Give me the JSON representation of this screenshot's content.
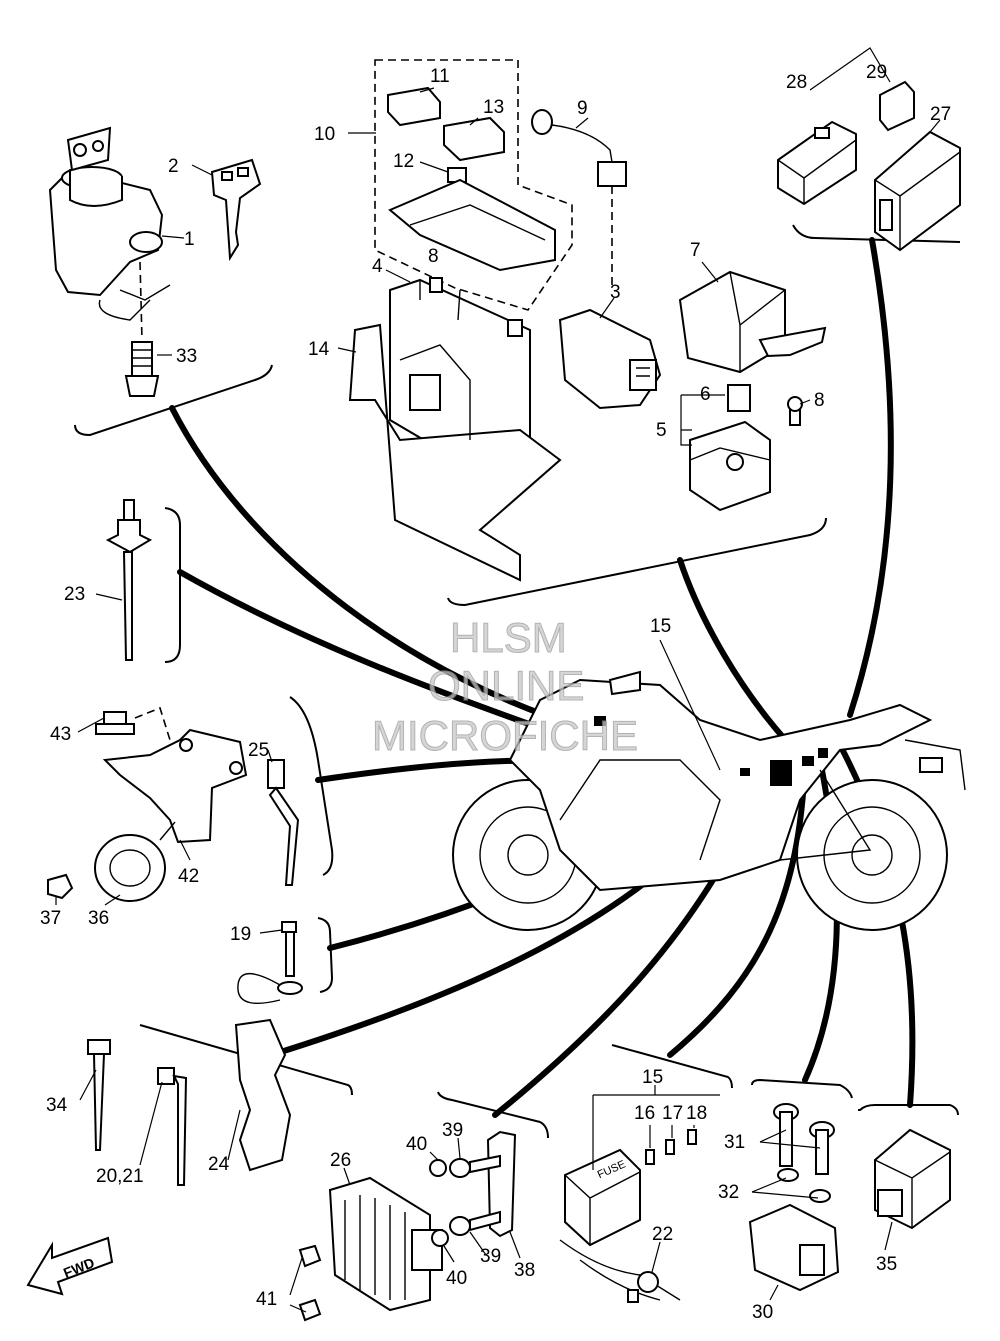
{
  "watermark": {
    "line1": "HLSM",
    "line2": "ONLINE",
    "line3": "MICROFICHE"
  },
  "fwd_arrow": "FWD",
  "fuse_box_label": "FUSE",
  "labels": {
    "p1": "1",
    "p2": "2",
    "p3": "3",
    "p4": "4",
    "p5": "5",
    "p6": "6",
    "p7": "7",
    "p8a": "8",
    "p8b": "8",
    "p9": "9",
    "p10": "10",
    "p11": "11",
    "p12": "12",
    "p13": "13",
    "p14": "14",
    "p15a": "15",
    "p15b": "15",
    "p16": "16",
    "p17": "17",
    "p18": "18",
    "p19": "19",
    "p2021": "20,21",
    "p22": "22",
    "p23": "23",
    "p24": "24",
    "p25": "25",
    "p26": "26",
    "p27": "27",
    "p28": "28",
    "p29": "29",
    "p30": "30",
    "p31": "31",
    "p32": "32",
    "p33": "33",
    "p34": "34",
    "p35": "35",
    "p36": "36",
    "p37": "37",
    "p38": "38",
    "p39a": "39",
    "p39b": "39",
    "p40a": "40",
    "p40b": "40",
    "p41": "41",
    "p42": "42",
    "p43": "43"
  }
}
